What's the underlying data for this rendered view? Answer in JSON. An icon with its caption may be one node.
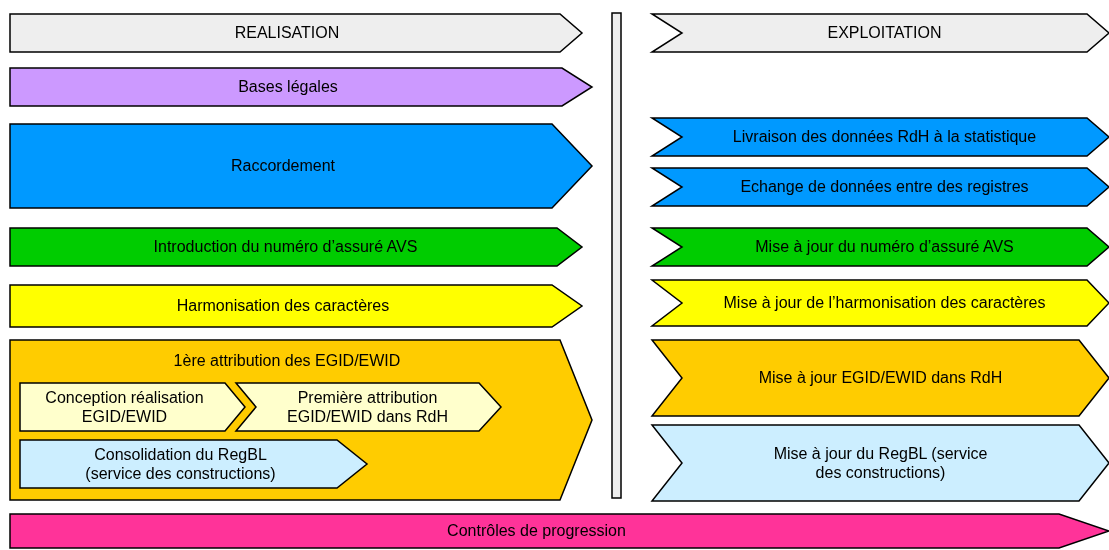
{
  "diagram": {
    "nodes": [
      {
        "text": [
          "REALISATION"
        ]
      },
      {
        "text": [
          "EXPLOITATION"
        ]
      },
      {
        "text": [
          "Bases légales"
        ]
      },
      {
        "text": [
          "Raccordement"
        ]
      },
      {
        "text": [
          "Livraison des données RdH à la statistique"
        ]
      },
      {
        "text": [
          "Echange de données entre des registres"
        ]
      },
      {
        "text": [
          "Introduction du numéro d’assuré AVS"
        ]
      },
      {
        "text": [
          "Mise à jour du numéro d’assuré AVS"
        ]
      },
      {
        "text": [
          "Harmonisation des caractères"
        ]
      },
      {
        "text": [
          "Mise à jour de l’harmonisation des caractères"
        ]
      },
      {
        "text": [
          "1ère attribution des EGID/EWID"
        ]
      },
      {
        "text": [
          "Conception réalisation EGID/EWID"
        ],
        "in": 10
      },
      {
        "text": [
          "Première attribution EGID/EWID dans RdH"
        ],
        "in": 10
      },
      {
        "text": [
          "Consolidation du RegBL (service des constructions)"
        ],
        "in": 10
      },
      {
        "text": [
          "Mise à jour EGID/EWID dans RdH"
        ]
      },
      {
        "text": [
          "Mise à jour du RegBL (service des constructions)"
        ]
      },
      {
        "text": [
          "Contrôles de progression"
        ]
      }
    ],
    "edges": []
  }
}
